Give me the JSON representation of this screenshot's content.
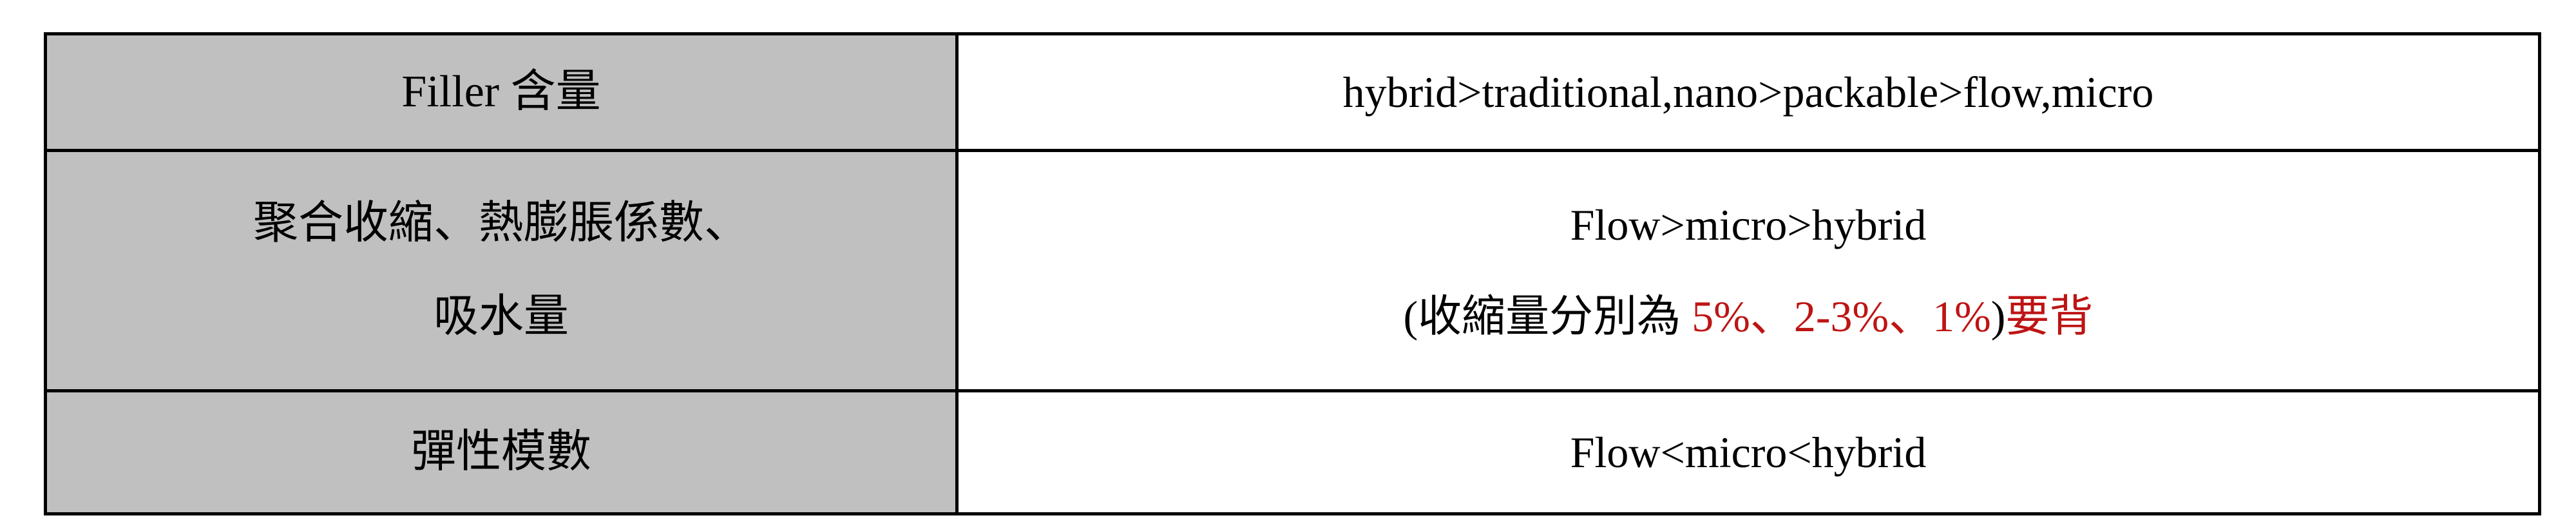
{
  "table": {
    "colors": {
      "label_background": "#c0c0c0",
      "value_background": "#ffffff",
      "border": "#000000",
      "text": "#000000",
      "accent_red": "#BE1414"
    },
    "rows": [
      {
        "label": "Filler 含量",
        "value_lines": [
          {
            "parts": [
              {
                "text": "hybrid>traditional,nano>packable>flow,micro",
                "color": "black"
              }
            ]
          }
        ]
      },
      {
        "label_lines": [
          "聚合收縮、熱膨脹係數、",
          "吸水量"
        ],
        "label": "聚合收縮、熱膨脹係數、吸水量",
        "value_lines": [
          {
            "parts": [
              {
                "text": "Flow>micro>hybrid",
                "color": "black"
              }
            ]
          },
          {
            "parts": [
              {
                "text": "(收縮量分別為 ",
                "color": "black"
              },
              {
                "text": "5%、2-3%、1%",
                "color": "red"
              },
              {
                "text": ")",
                "color": "black"
              },
              {
                "text": "要背",
                "color": "red"
              }
            ]
          }
        ]
      },
      {
        "label": "彈性模數",
        "value_lines": [
          {
            "parts": [
              {
                "text": "Flow<micro<hybrid",
                "color": "black"
              }
            ]
          }
        ]
      }
    ]
  },
  "cells": {
    "r1c1": "Filler 含量",
    "r1c2": "hybrid>traditional,nano>packable>flow,micro",
    "r2c1_line1": "聚合收縮、熱膨脹係數、",
    "r2c1_line2": "吸水量",
    "r2c2_line1": "Flow>micro>hybrid",
    "r2c2_line2_prefix": "(收縮量分別為 ",
    "r2c2_line2_red_values": "5%、2-3%、1%",
    "r2c2_line2_close_paren": ")",
    "r2c2_line2_red_note": "要背",
    "r3c1": "彈性模數",
    "r3c2": "Flow<micro<hybrid"
  }
}
